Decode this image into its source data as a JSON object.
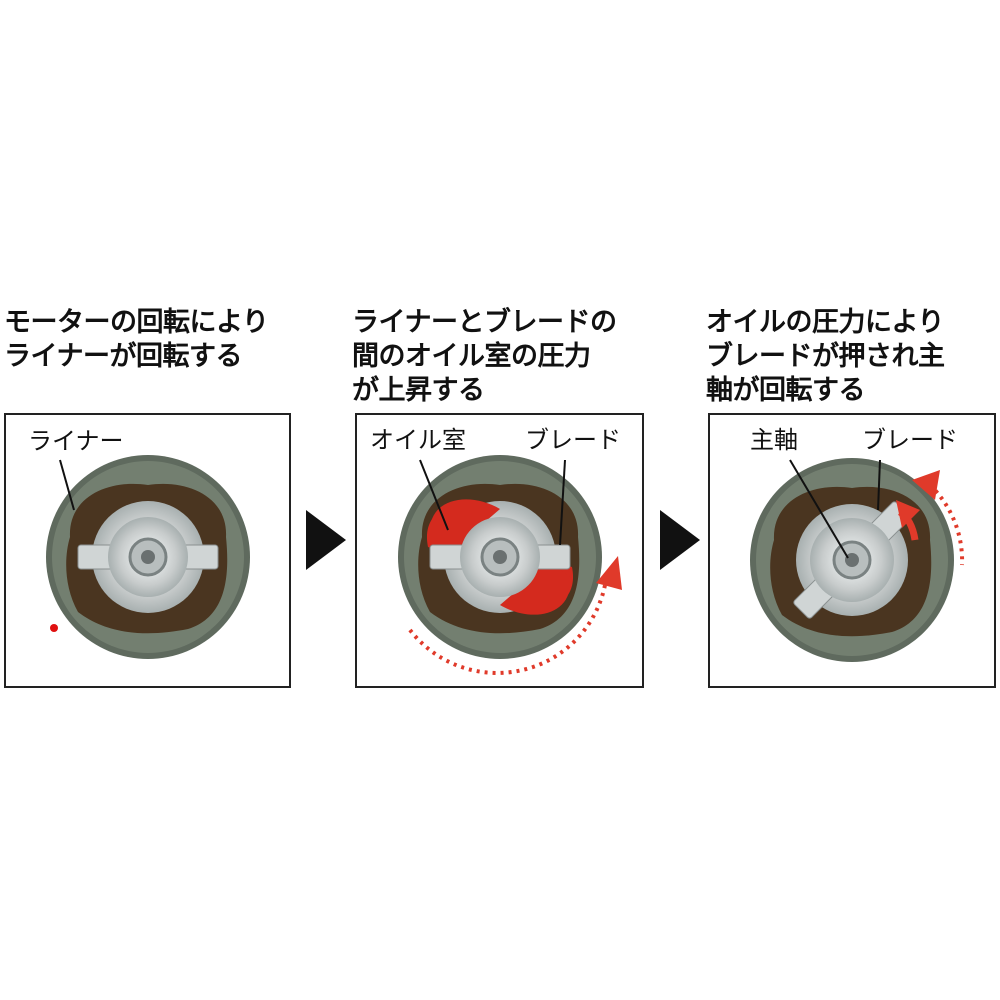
{
  "steps": [
    {
      "heading": [
        "モーターの回転により",
        "ライナーが回転する"
      ],
      "labels": [
        "ライナー"
      ]
    },
    {
      "heading": [
        "ライナーとブレードの",
        "間のオイル室の圧力",
        "が上昇する"
      ],
      "labels": [
        "オイル室",
        "ブレード"
      ]
    },
    {
      "heading": [
        "オイルの圧力により",
        "ブレードが押され主",
        "軸が回転する"
      ],
      "labels": [
        "主軸",
        "ブレード"
      ]
    }
  ],
  "colors": {
    "liner": "#6f7a6c",
    "chamber": "#4a3520",
    "oil": "#d42a1e",
    "arrow": "#e03a2a",
    "shaft": "#d8dcdc"
  }
}
